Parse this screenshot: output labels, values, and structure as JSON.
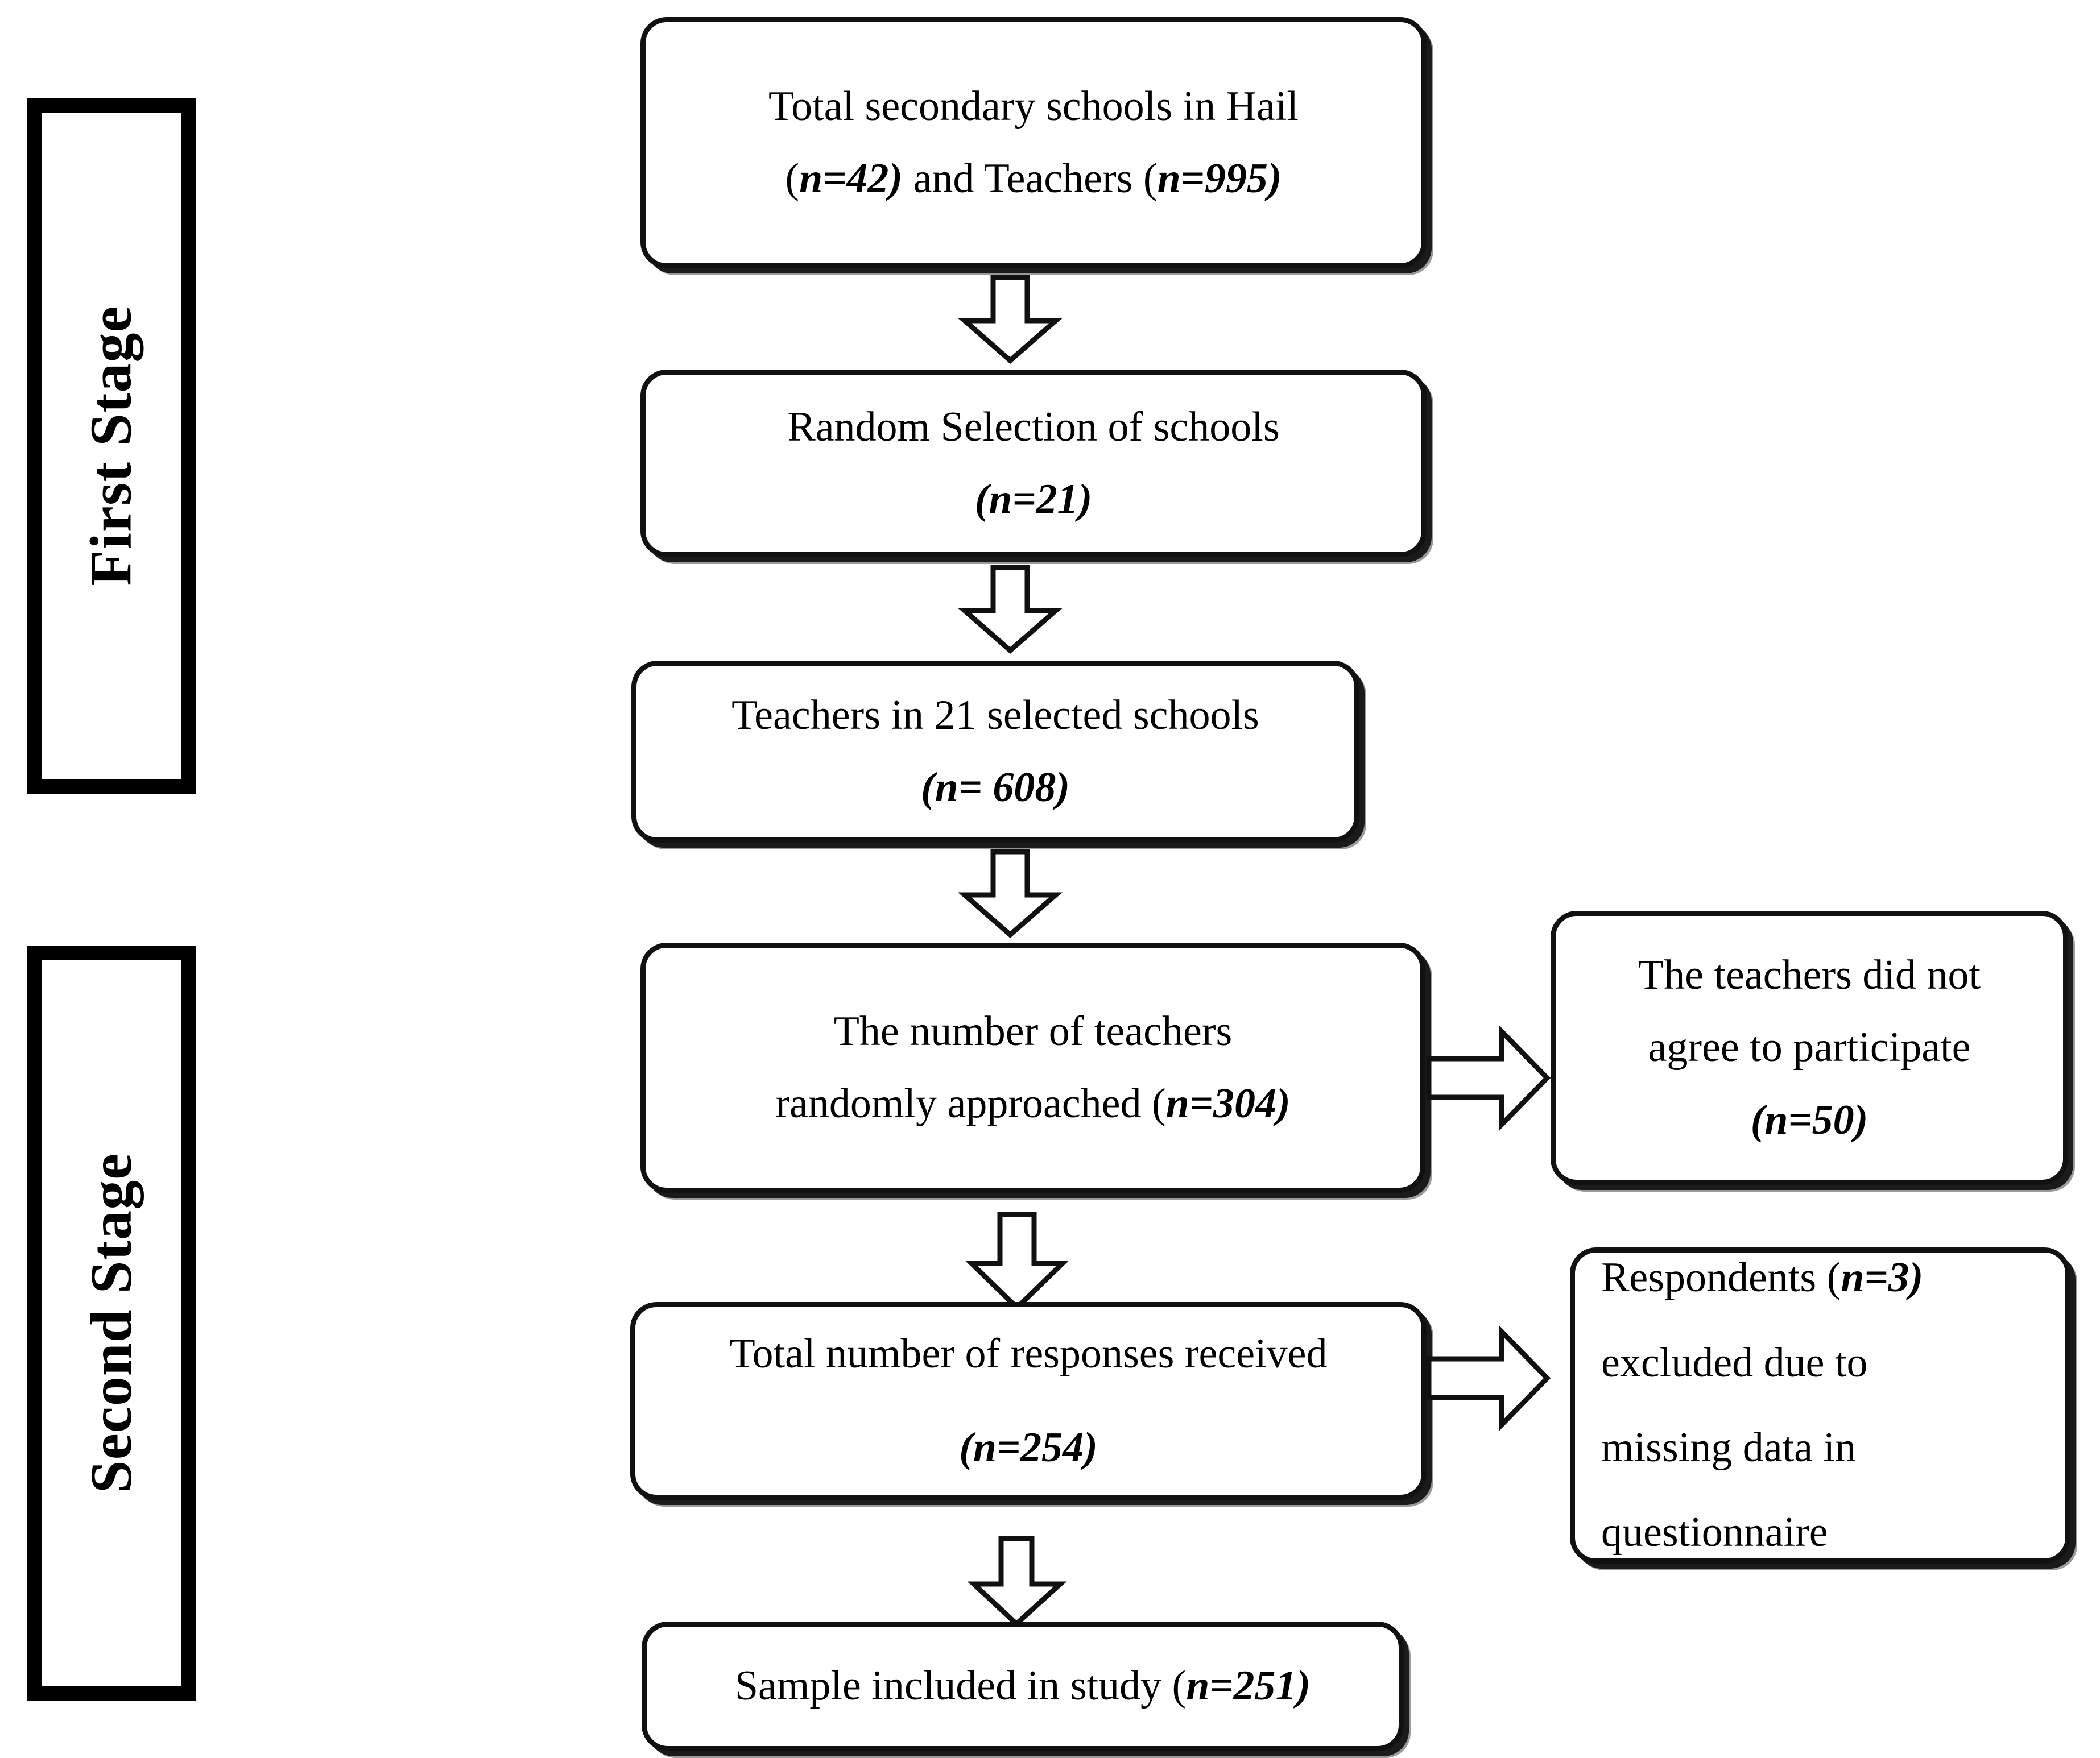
{
  "diagram": {
    "title": "Study sampling flow diagram",
    "type": "flowchart",
    "stages": [
      {
        "id": "first-stage",
        "label": "First Stage"
      },
      {
        "id": "second-stage",
        "label": "Second Stage"
      }
    ],
    "nodes": [
      {
        "id": "total-schools",
        "line1": "Total secondary schools in Hail",
        "line2_pre": "(",
        "line2_n1": "n=42)",
        "line2_mid": " and Teachers (",
        "line2_n2": "n=995)",
        "n_values": {
          "schools": 42,
          "teachers": 995
        }
      },
      {
        "id": "random-selection",
        "line1": "Random Selection of schools",
        "line2_n1": "(n=21)",
        "n_values": {
          "schools": 21
        }
      },
      {
        "id": "teachers-selected",
        "line1": "Teachers in 21 selected schools",
        "line2_n1": "(n= 608)",
        "n_values": {
          "teachers": 608
        }
      },
      {
        "id": "teachers-approached",
        "line1": "The number of teachers",
        "line2_pre": "randomly approached   (",
        "line2_n1": "n=304)",
        "n_values": {
          "approached": 304
        }
      },
      {
        "id": "responses-received",
        "line1": "Total number of responses received",
        "line2_n1": "(n=254)",
        "n_values": {
          "responses": 254
        }
      },
      {
        "id": "sample-included",
        "line1_pre": "Sample included in study (",
        "line1_n": "n=251)",
        "n_values": {
          "sample": 251
        }
      }
    ],
    "exclusions": [
      {
        "id": "did-not-agree",
        "line1": "The teachers did not",
        "line2": "agree to participate",
        "line3": "(n=50)",
        "n_values": {
          "declined": 50
        }
      },
      {
        "id": "missing-data",
        "line1_pre": "Respondents (",
        "line1_n": "n=3)",
        "line2": "excluded due to",
        "line3": "missing data in",
        "line4": "questionnaire",
        "n_values": {
          "excluded": 3
        }
      }
    ],
    "colors": {
      "ink": "#000000",
      "border": "#111111",
      "shadow_dark": "#1b1b1b",
      "shadow_light": "#9a9a9a",
      "background": "#ffffff"
    }
  }
}
